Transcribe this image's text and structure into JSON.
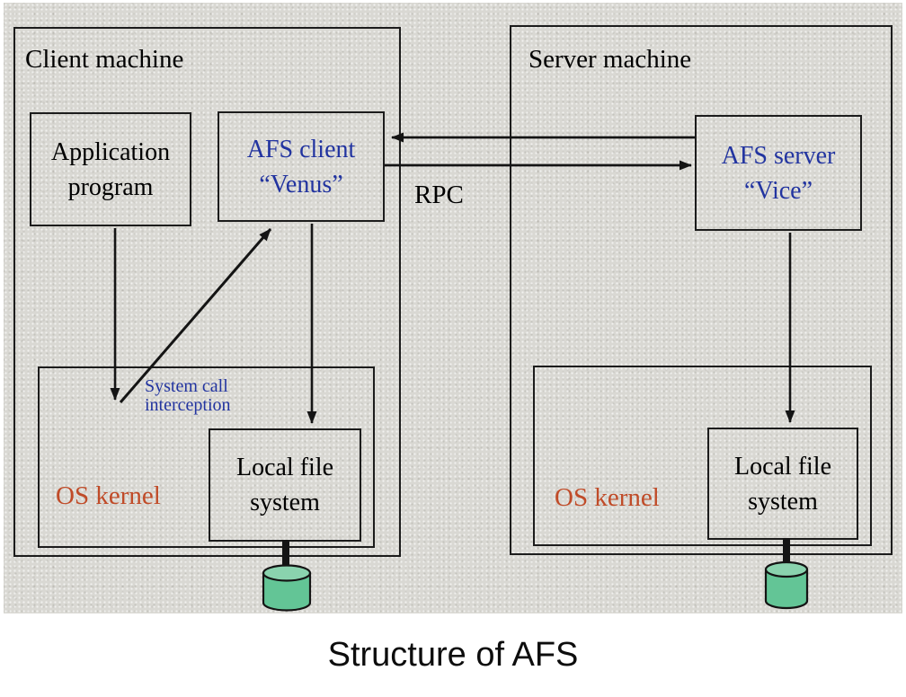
{
  "caption": "Structure of AFS",
  "rpc_label": "RPC",
  "client": {
    "title": "Client machine",
    "app_box": {
      "line1": "Application",
      "line2": "program"
    },
    "afs_box": {
      "line1": "AFS client",
      "line2": "“Venus”"
    },
    "syscall_note": {
      "line1": "System call",
      "line2": "interception"
    },
    "kernel_label": "OS kernel",
    "fs_box": {
      "line1": "Local file",
      "line2": "system"
    }
  },
  "server": {
    "title": "Server machine",
    "afs_box": {
      "line1": "AFS server",
      "line2": "“Vice”"
    },
    "kernel_label": "OS kernel",
    "fs_box": {
      "line1": "Local file",
      "line2": "system"
    }
  },
  "colors": {
    "accent_blue": "#2234a0",
    "accent_red": "#c04b28",
    "line_black": "#141414",
    "disk_body_green": "#63c596",
    "disk_top_green": "#8ad3ae",
    "paper_gray": "#d9d8d3"
  }
}
